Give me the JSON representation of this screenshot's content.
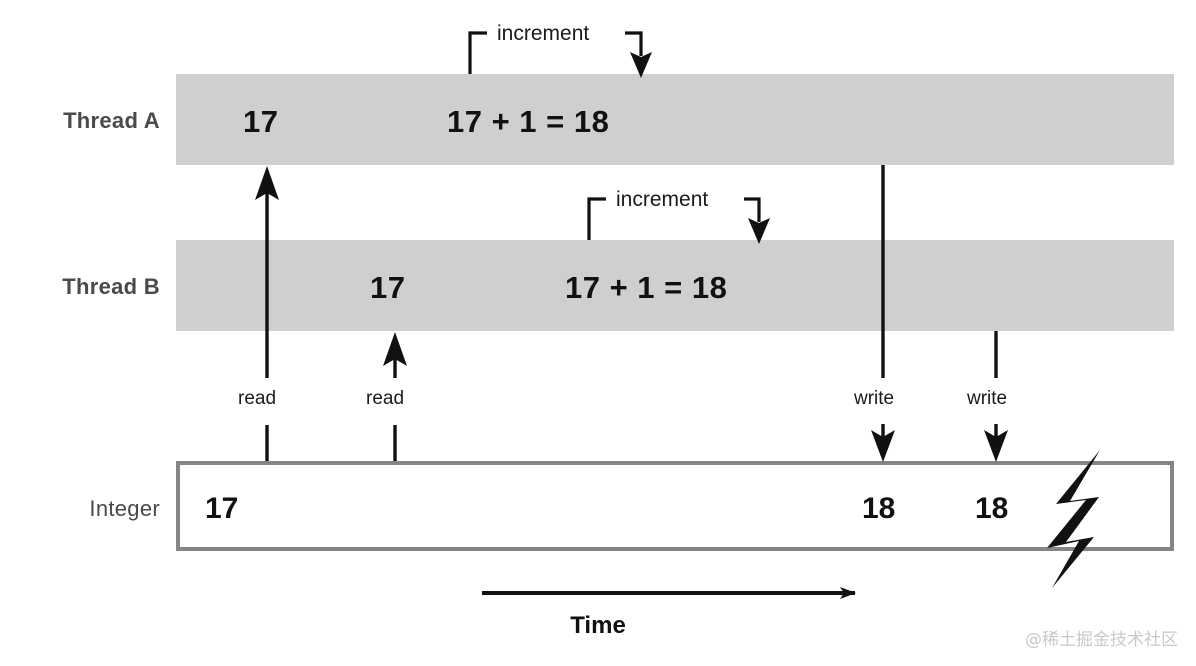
{
  "diagram": {
    "title_text": "",
    "colors": {
      "band_fill": "#cfcfcf",
      "box_border": "#858585",
      "stroke": "#111111",
      "label_text": "#4a4a4a",
      "watermark": "#c9c9c9"
    }
  },
  "rows": {
    "thread_a": {
      "label": "Thread A",
      "initial_value": "17",
      "expression": "17 + 1  =  18",
      "increment_label": "increment"
    },
    "thread_b": {
      "label": "Thread B",
      "initial_value": "17",
      "expression": "17 + 1  =  18",
      "increment_label": "increment"
    },
    "integer": {
      "label": "Integer",
      "values": [
        "17",
        "18",
        "18"
      ]
    }
  },
  "operations": {
    "read_a": "read",
    "read_b": "read",
    "write_a": "write",
    "write_b": "write"
  },
  "axis": {
    "time_label": "Time"
  },
  "watermark": {
    "text": "@稀土掘金技术社区"
  }
}
